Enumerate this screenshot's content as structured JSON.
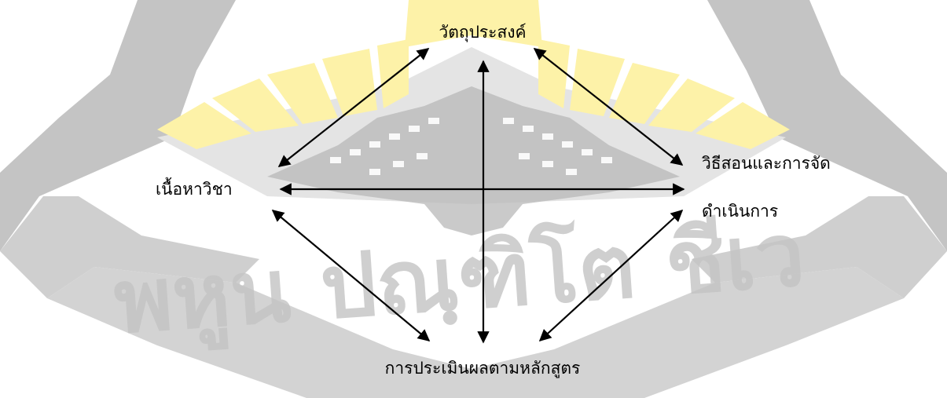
{
  "watermark": {
    "text": "พหูน ปณฺฑิโต ชีเว",
    "colors": {
      "gray": "#c4c4c4",
      "yellow": "#fdf2a8"
    },
    "description_icon": "university-emblem-watermark"
  },
  "diagram": {
    "nodes": {
      "objectives": "วัตถุประสงค์",
      "content": "เนื้อหาวิชา",
      "teaching_line1": "วิธีสอนและการจัด",
      "teaching_line2": "ดำเนินการ",
      "evaluation": "การประเมินผลตามหลักสูตร"
    },
    "edges": [
      {
        "from": "objectives",
        "to": "content",
        "directed": "both"
      },
      {
        "from": "objectives",
        "to": "teaching",
        "directed": "both"
      },
      {
        "from": "content",
        "to": "teaching",
        "directed": "both"
      },
      {
        "from": "content",
        "to": "evaluation",
        "directed": "both"
      },
      {
        "from": "teaching",
        "to": "evaluation",
        "directed": "both"
      },
      {
        "from": "objectives",
        "to": "evaluation",
        "directed": "both"
      }
    ],
    "colors": {
      "arrow": "#000000"
    }
  }
}
